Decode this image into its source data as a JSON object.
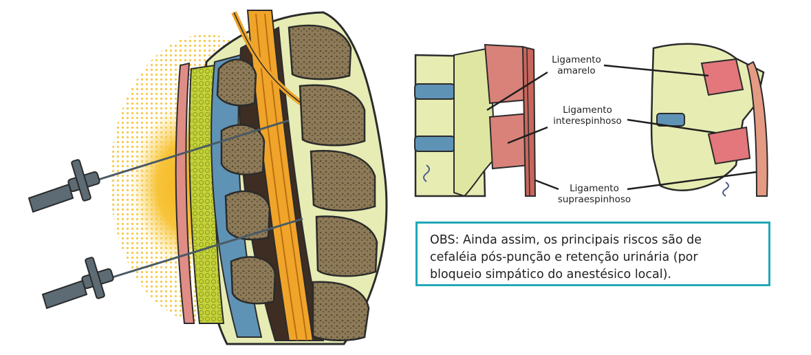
{
  "labels": {
    "ligamento_amarelo": [
      "Ligamento",
      "amarelo"
    ],
    "ligamento_interespinhoso": [
      "Ligamento",
      "interespinhoso"
    ],
    "ligamento_supraespinhoso": [
      "Ligamento",
      "supraespinhoso"
    ]
  },
  "note": {
    "lines": [
      "OBS: Ainda assim, os principais riscos são de",
      "cefaléia pós-punção e retenção urinária (por",
      "bloqueio simpático do anestésico local)."
    ]
  },
  "colors": {
    "accent_border": "#21a7b5",
    "bone": "#e7ecb2",
    "ligament_red": "#d9827a",
    "nerve_orange": "#f0a52a",
    "disc_blue": "#5f93b5"
  }
}
